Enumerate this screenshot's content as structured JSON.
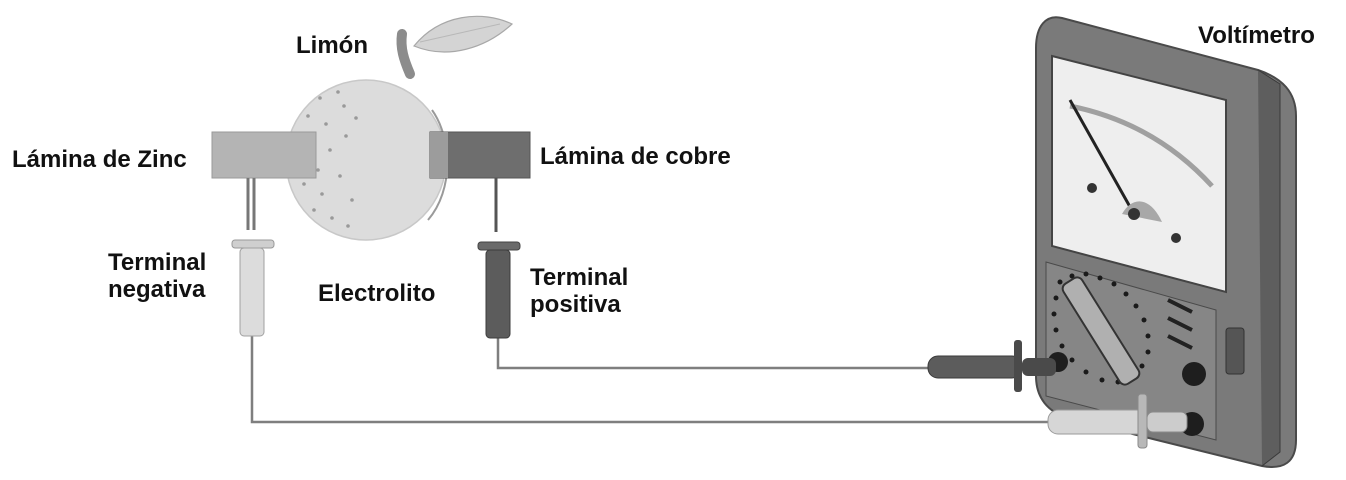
{
  "labels": {
    "lemon": "Limón",
    "zinc_plate": "Lámina de Zinc",
    "copper_plate": "Lámina de cobre",
    "negative_terminal": [
      "Terminal",
      "negativa"
    ],
    "electrolyte": "Electrolito",
    "positive_terminal": [
      "Terminal",
      "positiva"
    ],
    "voltmeter": "Voltímetro"
  },
  "colors": {
    "background": "#ffffff",
    "lemon": "#dcdcdc",
    "zinc": "#b4b4b4",
    "copper": "#6e6e6e",
    "meter_body": "#7a7a7a",
    "wire": "#7f7f7f",
    "text": "#111111"
  }
}
